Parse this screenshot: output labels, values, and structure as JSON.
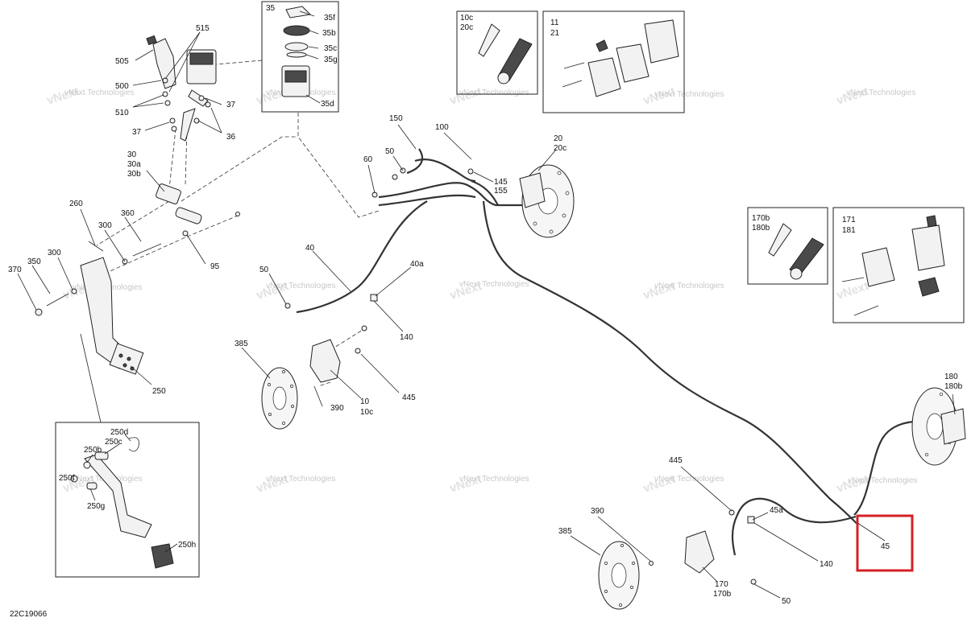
{
  "diagram": {
    "code": "22C19066",
    "watermark": "vNext Technologies",
    "highlight_color": "#d32027",
    "highlighted_part": "45",
    "labels": {
      "l505": "505",
      "l500": "500",
      "l510": "510",
      "l515": "515",
      "l37a": "37",
      "l37b": "37",
      "l36": "36",
      "l35": "35",
      "l35f": "35f",
      "l35b": "35b",
      "l35c": "35c",
      "l35g": "35g",
      "l35d": "35d",
      "l10c_20c": "10c\n20c",
      "l11_21": "11\n21",
      "l30": "30",
      "l30a": "30a",
      "l30b": "30b",
      "l150": "150",
      "l100": "100",
      "l50a": "50",
      "l60": "60",
      "l20": "20",
      "l20c": "20c",
      "l145": "145",
      "l155": "155",
      "l260": "260",
      "l300a": "300",
      "l360": "360",
      "l95": "95",
      "l370": "370",
      "l350": "350",
      "l300b": "300",
      "l50b": "50",
      "l40": "40",
      "l40a": "40a",
      "l140a": "140",
      "l385a": "385",
      "l390a": "390",
      "l10": "10",
      "l10c": "10c",
      "l445a": "445",
      "l250": "250",
      "l250d": "250d",
      "l250c": "250c",
      "l250b": "250b",
      "l250f": "250f",
      "l250g": "250g",
      "l250h": "250h",
      "l170b_180b": "170b",
      "l180b_180b": "180b",
      "l171": "171",
      "l181": "181",
      "l180": "180",
      "l180b": "180b",
      "l445b": "445",
      "l45a": "45a",
      "l390b": "390",
      "l385b": "385",
      "l140b": "140",
      "l170": "170",
      "l170b": "170b",
      "l50c": "50",
      "l45": "45",
      "l10c_top": "10c",
      "l20c_top": "20c",
      "l11": "11",
      "l21": "21"
    }
  }
}
